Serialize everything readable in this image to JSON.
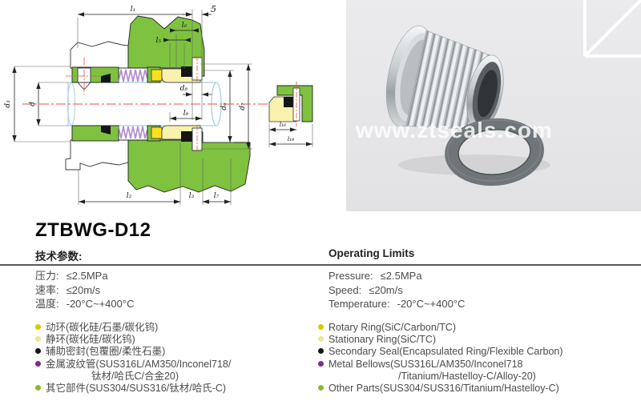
{
  "title": "ZTBWG-D12",
  "specs_cn": {
    "header": "技术参数:",
    "rows": [
      {
        "label": "压力:",
        "value": "≤2.5MPa"
      },
      {
        "label": "速率:",
        "value": "≤20m/s"
      },
      {
        "label": "温度:",
        "value": "-20°C~+400°C"
      }
    ]
  },
  "specs_en": {
    "header": "Operating Limits",
    "rows": [
      {
        "label": "Pressure:",
        "value": "≤2.5MPa"
      },
      {
        "label": "Speed:",
        "value": "≤20m/s"
      },
      {
        "label": "Temperature:",
        "value": "-20°C~+400°C"
      }
    ]
  },
  "materials_cn": {
    "items": [
      {
        "color": "#ddc700",
        "line1": "动环(碳化硅/石墨/碳化钨)",
        "line2": ""
      },
      {
        "color": "#e9e78f",
        "line1": "静环(碳化硅/碳化钨)",
        "line2": ""
      },
      {
        "color": "#151515",
        "line1": "辅助密封(包覆圈/柔性石墨)",
        "line2": ""
      },
      {
        "color": "#7b2d8e",
        "line1": "金属波纹管(SUS316L/AM350/Inconel718/",
        "line2": "钛材/哈氏C/合金20)"
      },
      {
        "color": "#8bbc2e",
        "line1": "其它部件(SUS304/SUS316/钛材/哈氏-C)",
        "line2": ""
      }
    ]
  },
  "materials_en": {
    "items": [
      {
        "color": "#ddc700",
        "line1": "Rotary Ring(SiC/Carbon/TC)",
        "line2": ""
      },
      {
        "color": "#e9e78f",
        "line1": "Stationary Ring(SiC/TC)",
        "line2": ""
      },
      {
        "color": "#151515",
        "line1": "Secondary Seal(Encapsulated Ring/Flexible Carbon)",
        "line2": ""
      },
      {
        "color": "#7b2d8e",
        "line1": "Metal Bellows(SUS316L/AM350/Inconel718",
        "line2": "/Titanium/Hastelloy-C/Alloy-20)"
      },
      {
        "color": "#8bbc2e",
        "line1": "Other Parts(SUS304/SUS316/Titanium/Hastelloy-C)",
        "line2": ""
      }
    ]
  },
  "drawing": {
    "labels": {
      "l1": "l₁",
      "gap5": "5",
      "l6": "l₆",
      "l5": "l₅",
      "d3": "d₃",
      "d": "d",
      "d8": "d₈",
      "l8": "l₈",
      "d6": "d₆",
      "d7": "d₇",
      "l2": "l₂",
      "l3": "l₃",
      "l7": "l₇",
      "l16": "l₁₆",
      "l18": "l₁₈"
    },
    "palette": {
      "housing_green": "#7ec23f",
      "ring_pale_yellow": "#f8f2ae",
      "ring_bright_yellow": "#ffdf1d",
      "bellows_purple": "#b28ccb",
      "centerline_red": "#e8543c",
      "shaft_blue": "#a9cfe3"
    }
  },
  "photo": {
    "watermark": "www.ztseals.com"
  }
}
